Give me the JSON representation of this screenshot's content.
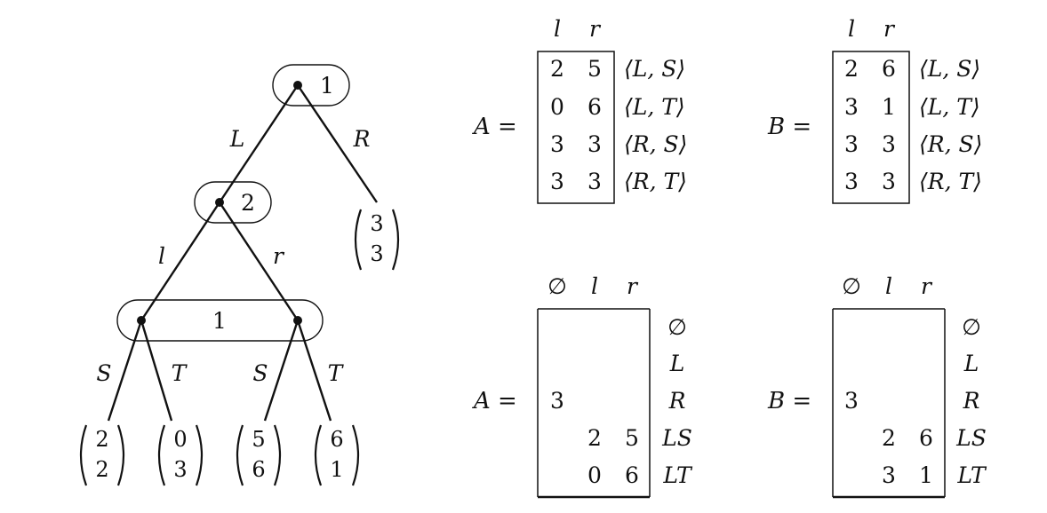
{
  "tree": {
    "root_player": "1",
    "mid_player": "2",
    "info_set_player": "1",
    "edges": {
      "L": "L",
      "R": "R",
      "l": "l",
      "r": "r",
      "S1": "S",
      "T1": "T",
      "S2": "S",
      "T2": "T"
    },
    "payoffs": {
      "R_top": "3",
      "R_bottom": "3",
      "lS_top": "2",
      "lS_bottom": "2",
      "lT_top": "0",
      "lT_bottom": "3",
      "rS_top": "5",
      "rS_bottom": "6",
      "rT_top": "6",
      "rT_bottom": "1"
    }
  },
  "strategic": {
    "A_label": "A =",
    "B_label": "B =",
    "col_l": "l",
    "col_r": "r",
    "rows": [
      "⟨L, S⟩",
      "⟨L, T⟩",
      "⟨R, S⟩",
      "⟨R, T⟩"
    ],
    "A_cells": [
      [
        "2",
        "5"
      ],
      [
        "0",
        "6"
      ],
      [
        "3",
        "3"
      ],
      [
        "3",
        "3"
      ]
    ],
    "B_cells": [
      [
        "2",
        "6"
      ],
      [
        "3",
        "1"
      ],
      [
        "3",
        "3"
      ],
      [
        "3",
        "3"
      ]
    ]
  },
  "sequence": {
    "A_label": "A =",
    "B_label": "B =",
    "col_empty": "∅",
    "col_l": "l",
    "col_r": "r",
    "row_empty": "∅",
    "row_L": "L",
    "row_R": "R",
    "row_LS": "LS",
    "row_LT": "LT",
    "A_R_empty": "3",
    "A_LS_l": "2",
    "A_LS_r": "5",
    "A_LT_l": "0",
    "A_LT_r": "6",
    "B_R_empty": "3",
    "B_LS_l": "2",
    "B_LS_r": "6",
    "B_LT_l": "3",
    "B_LT_r": "1"
  }
}
